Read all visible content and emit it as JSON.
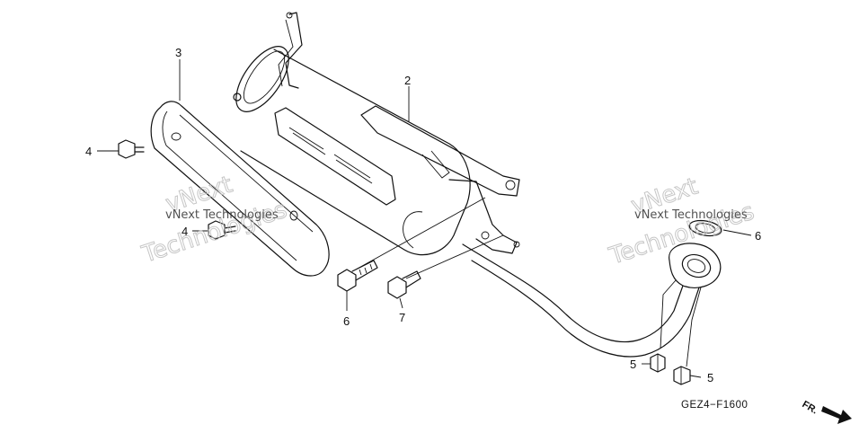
{
  "callouts": {
    "part_2": "2",
    "part_3": "3",
    "part_4_top": "4",
    "part_4_mid": "4",
    "part_5_left": "5",
    "part_5_right": "5",
    "part_6_right": "6",
    "part_6_bottom": "6",
    "part_7": "7"
  },
  "diagram_code": "GEZ4−F1600",
  "direction_label": "FR.",
  "watermark": {
    "line1": "vNext Technologies",
    "word_a": "vNext",
    "word_b": "Technologies"
  }
}
